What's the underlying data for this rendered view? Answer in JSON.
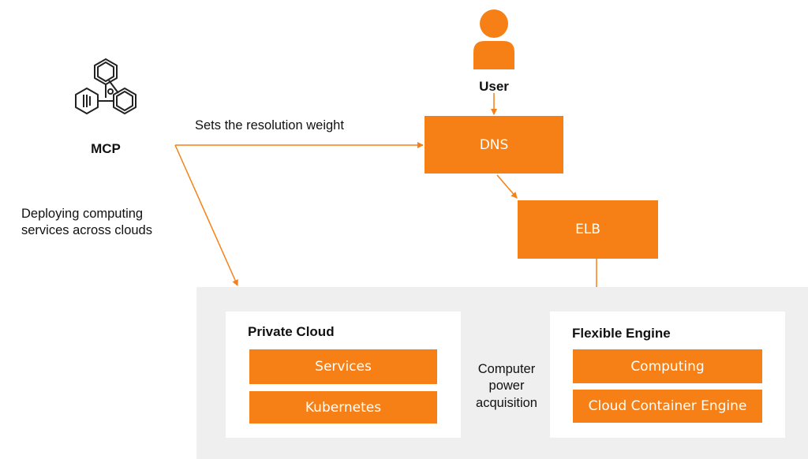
{
  "user": {
    "label": "User"
  },
  "mcp": {
    "label": "MCP"
  },
  "labels": {
    "resolution": "Sets the resolution weight",
    "deploying": [
      "Deploying computing",
      "services across clouds"
    ],
    "acquisition": [
      "Computer",
      "power",
      "acquisition"
    ]
  },
  "boxes": {
    "dns": "DNS",
    "elb": "ELB"
  },
  "private_cloud": {
    "title": "Private Cloud",
    "items": [
      "Services",
      "Kubernetes"
    ]
  },
  "flexible_engine": {
    "title": "Flexible Engine",
    "items": [
      "Computing",
      "Cloud Container Engine"
    ]
  },
  "colors": {
    "accent": "#f68015",
    "panel": "#efefef",
    "icon_stroke": "#222222"
  }
}
